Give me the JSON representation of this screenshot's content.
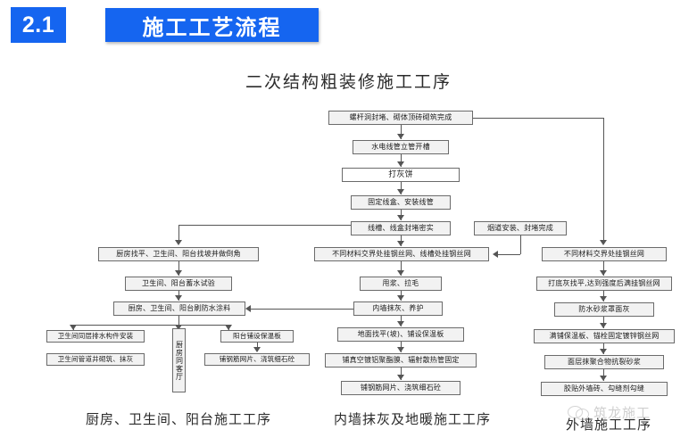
{
  "header": {
    "section_number": "2.1",
    "banner_title": "施工工艺流程"
  },
  "chart_title": "二次结构粗装修施工工序",
  "nodes": {
    "n_top": "螺杆洞封堵、砌体顶砖砌筑完成",
    "n_kaicao": "水电线管立管开槽",
    "n_dahuibing": "打灰饼",
    "n_xianhe": "固定线盒、安装线管",
    "n_fengdu": "线槽、线盒封堵密实",
    "n_yandao": "烟道安装、封堵完成",
    "n_gangsiwang_mid": "不同材料交界处挂钢丝网、线槽处挂钢丝网",
    "n_shuaijiang": "甩浆、拉毛",
    "n_neiqiang": "内墙抹灰、养护",
    "n_dimian": "地面找平(坡)、铺设保温板",
    "n_zhenkong": "铺真空镀铝聚酯膜、辐射散热管固定",
    "n_gangjin_mid": "铺钢筋网片、浇筑细石砼",
    "n_chufang_zhaoping": "厨房找平、卫生间、阳台找坡并做倒角",
    "n_xushui": "卫生间、阳台蓄水试验",
    "n_fangshui": "厨房、卫生间、阳台刷防水涂料",
    "n_tongceng": "卫生间同层排水构件安装",
    "n_guandaojing": "卫生间管道井砌筑、抹灰",
    "n_chufang_keting": "厨房同客厅",
    "n_yangtai_baowen": "阳台铺设保温板",
    "n_gangjin_left": "铺钢筋网片、浇筑细石砼",
    "n_gangsiwang_right": "不同材料交界处挂钢丝网",
    "n_dadihui": "打底灰找平,达到强度后满挂钢丝网",
    "n_fangshui_shajiang": "防水砂浆罩面灰",
    "n_manpu": "满铺保温板、锚栓固定镀锌钢丝网",
    "n_miancenng": "面层抹聚合物抗裂砂浆",
    "n_jiaotie": "胶贴外墙砖、勾缝剂勾缝"
  },
  "captions": {
    "left": "厨房、卫生间、阳台施工工序",
    "middle": "内墙抹灰及地暖施工工序",
    "right": "外墙施工工序"
  },
  "watermark": {
    "text": "筑龙施工"
  },
  "colors": {
    "accent": "#1565f0",
    "node_fill": "#f2f2f2",
    "node_border": "#6b6b6b",
    "line": "#555555"
  }
}
